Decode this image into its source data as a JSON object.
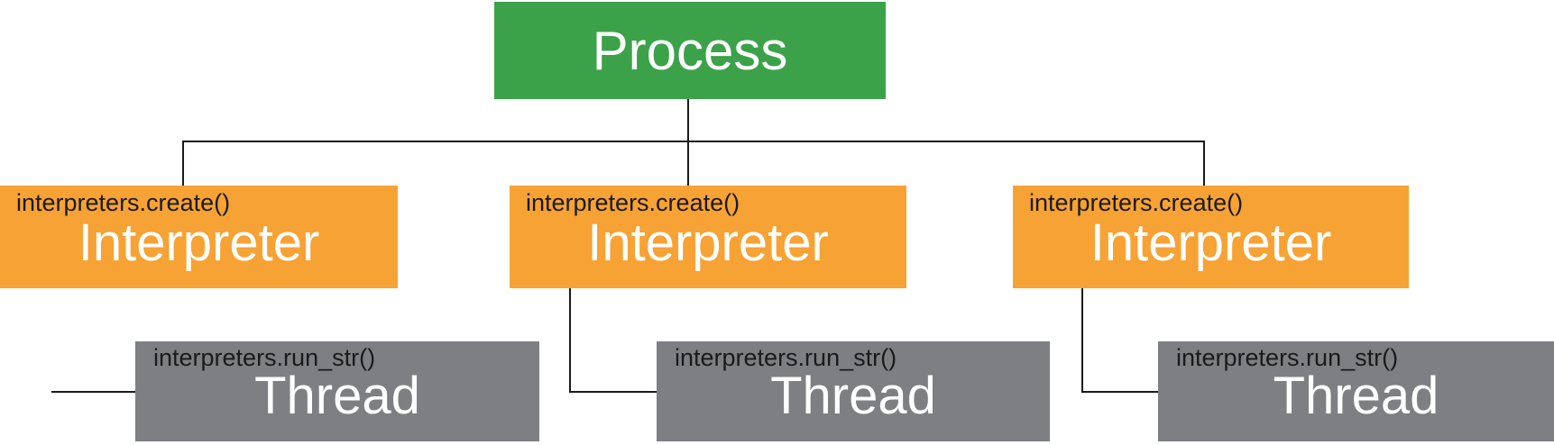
{
  "diagram": {
    "process": {
      "label": "Process"
    },
    "interpreters": [
      {
        "annotation": "interpreters.create()",
        "label": "Interpreter"
      },
      {
        "annotation": "interpreters.create()",
        "label": "Interpreter"
      },
      {
        "annotation": "interpreters.create()",
        "label": "Interpreter"
      }
    ],
    "threads": [
      {
        "annotation": "interpreters.run_str()",
        "label": "Thread"
      },
      {
        "annotation": "interpreters.run_str()",
        "label": "Thread"
      },
      {
        "annotation": "interpreters.run_str()",
        "label": "Thread"
      }
    ],
    "colors": {
      "process_box": "#3CA24A",
      "interpreter_box": "#F7A234",
      "thread_box": "#7D7F83",
      "connector_line": "#1A1A1A",
      "annotation_text": "#1A1A1A",
      "box_text": "#FFFFFF"
    }
  }
}
